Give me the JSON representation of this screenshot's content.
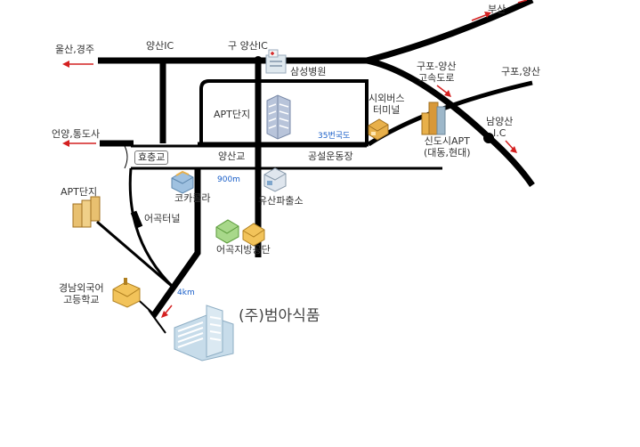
{
  "destinations": {
    "busan": "부산",
    "ulsan_gyeongju": "울산,경주",
    "eonyang_tongdosa": "언양,통도사",
    "gupo_yangsan": "구포,양산",
    "gupo_yangsan_expressway": [
      "구포-양산",
      "고속도로"
    ]
  },
  "interchanges": {
    "yangsan_ic": "양산IC",
    "old_yangsan_ic": "구 양산IC",
    "namyangsan_ic": [
      "남양산",
      "I.C"
    ]
  },
  "landmarks": {
    "samsung_hospital": "삼성병원",
    "apt_complex_center": "APT단지",
    "apt_complex_left": "APT단지",
    "intercity_bus_terminal": [
      "시외버스",
      "터미널"
    ],
    "new_city_apt": [
      "신도시APT",
      "(대동,현대)"
    ],
    "route35": "35번국도",
    "stadium": "공설운동장",
    "police_box": "유산파출소",
    "coca_cola": "코카콜라",
    "eogok_tunnel": "어곡터널",
    "eogok_industrial": "어곡지방공단",
    "foreign_language_school": [
      "경남외국어",
      "고등학교"
    ]
  },
  "bridges": {
    "hyochung": "효충교",
    "yangsan": "양산교"
  },
  "distances": {
    "d900m": "900m",
    "d4km": "4km"
  },
  "company": {
    "name": "(주)범아식품"
  },
  "colors": {
    "road": "#000000",
    "arrow": "#d42020",
    "distance_text": "#1a5fc8",
    "building_blue": "#b9d3e6",
    "building_orange": "#e8b04a"
  }
}
